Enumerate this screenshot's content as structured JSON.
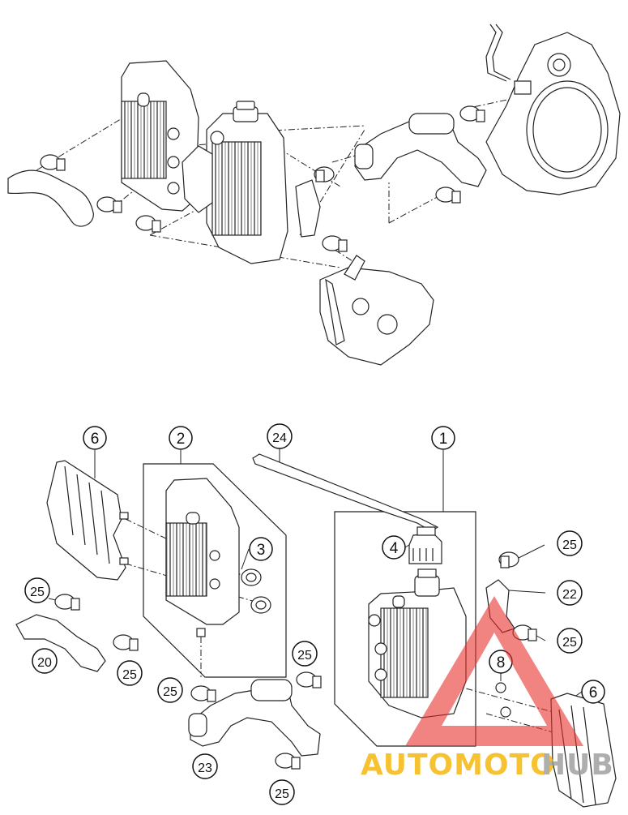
{
  "diagram": {
    "part_numbers": {
      "p1": "1",
      "p2": "2",
      "p3": "3",
      "p4": "4",
      "p6a": "6",
      "p6b": "6",
      "p8": "8",
      "p20": "20",
      "p22": "22",
      "p23": "23",
      "p24": "24",
      "p25a": "25",
      "p25b": "25",
      "p25c": "25",
      "p25d": "25",
      "p25e": "25",
      "p25f": "25"
    }
  },
  "watermark": {
    "text_a": "AUTOMOTO",
    "text_b": "HUB",
    "colors": {
      "accent": "#e8302e",
      "gold": "#f5b400",
      "gray": "#9a9a9a"
    }
  }
}
